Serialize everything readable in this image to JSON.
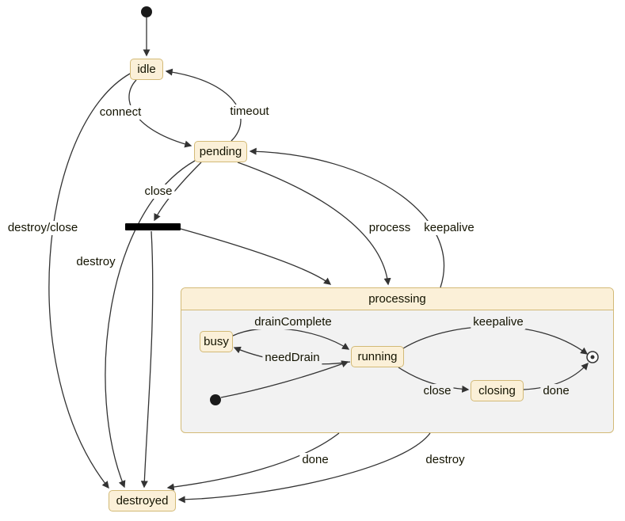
{
  "diagram": {
    "type": "state-machine",
    "states": {
      "idle": {
        "label": "idle"
      },
      "pending": {
        "label": "pending"
      },
      "destroyed": {
        "label": "destroyed"
      },
      "processing": {
        "label": "processing"
      },
      "busy": {
        "label": "busy"
      },
      "running": {
        "label": "running"
      },
      "closing": {
        "label": "closing"
      }
    },
    "transitions": {
      "start_idle": {
        "from": "[*]",
        "to": "idle",
        "label": ""
      },
      "connect": {
        "from": "idle",
        "to": "pending",
        "label": "connect"
      },
      "timeout": {
        "from": "pending",
        "to": "idle",
        "label": "timeout"
      },
      "close_fork": {
        "from": "pending",
        "to": "fork",
        "label": "close"
      },
      "destroy_close": {
        "from": "idle",
        "to": "destroyed",
        "label": "destroy/close"
      },
      "destroy_pending": {
        "from": "pending",
        "to": "destroyed",
        "label": "destroy"
      },
      "fork_processing": {
        "from": "fork",
        "to": "processing",
        "label": ""
      },
      "fork_destroyed": {
        "from": "fork",
        "to": "destroyed",
        "label": ""
      },
      "process": {
        "from": "pending",
        "to": "processing",
        "label": "process"
      },
      "keepalive_outer": {
        "from": "processing",
        "to": "pending",
        "label": "keepalive"
      },
      "done_outer": {
        "from": "processing",
        "to": "destroyed",
        "label": "done"
      },
      "destroy_processing": {
        "from": "processing",
        "to": "destroyed",
        "label": "destroy"
      },
      "inner_start_running": {
        "from": "[*]",
        "to": "running",
        "label": ""
      },
      "drain_complete": {
        "from": "busy",
        "to": "running",
        "label": "drainComplete"
      },
      "need_drain": {
        "from": "running",
        "to": "busy",
        "label": "needDrain"
      },
      "keepalive_inner": {
        "from": "running",
        "to": "[*]",
        "label": "keepalive"
      },
      "close_inner": {
        "from": "running",
        "to": "closing",
        "label": "close"
      },
      "done_inner": {
        "from": "closing",
        "to": "[*]",
        "label": "done"
      }
    },
    "colors": {
      "state_fill": "#fbf0d8",
      "state_border": "#d3ba77",
      "composite_body": "#f2f2f2",
      "edge": "#333333",
      "text": "#131300",
      "background": "#ffffff"
    }
  }
}
